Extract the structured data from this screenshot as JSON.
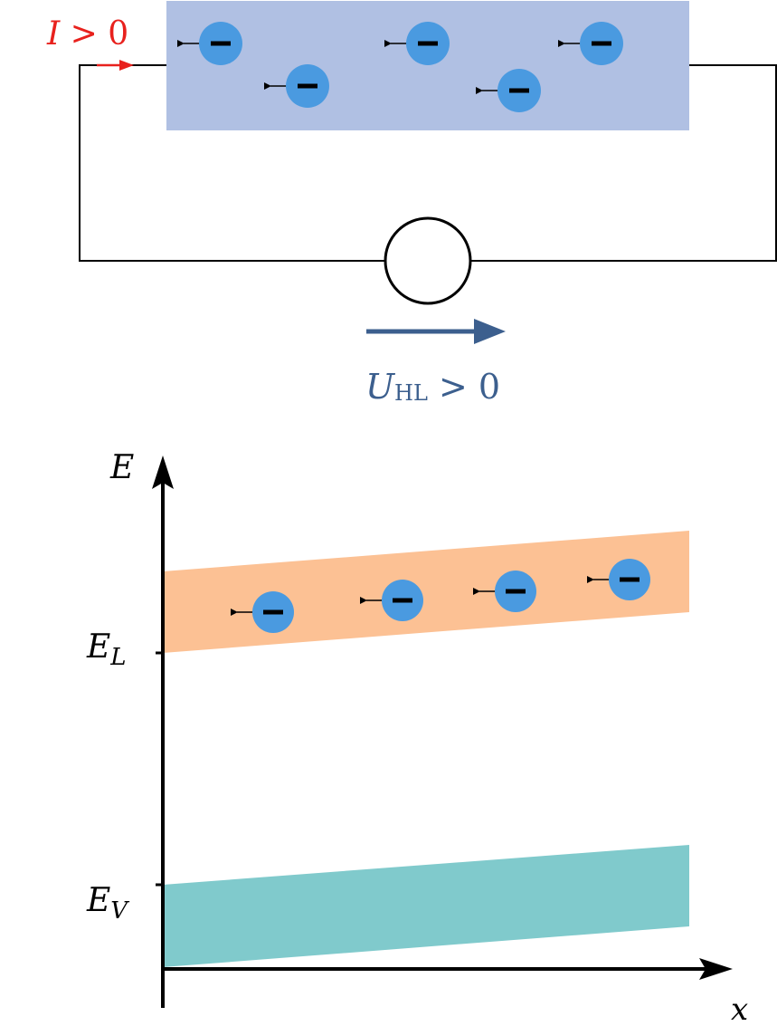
{
  "circuit": {
    "current_label": {
      "symbol": "I",
      "relation": " > 0"
    },
    "voltage_label": {
      "symbol": "U",
      "subscript": "HL",
      "relation": " > 0"
    },
    "charge_sign": "−"
  },
  "band_diagram": {
    "y_axis_label": "E",
    "x_axis_label": "x",
    "conduction_band_label": {
      "symbol": "E",
      "subscript": "L"
    },
    "valence_band_label": {
      "symbol": "E",
      "subscript": "V"
    },
    "charge_sign": "−"
  },
  "colors": {
    "current": "#e8211d",
    "voltage": "#3c5f8e",
    "conductor": "#b0c0e3",
    "electron": "#4a9ae0",
    "conduction_band": "#fcc194",
    "valence_band": "#80cacc",
    "line": "#000000"
  }
}
